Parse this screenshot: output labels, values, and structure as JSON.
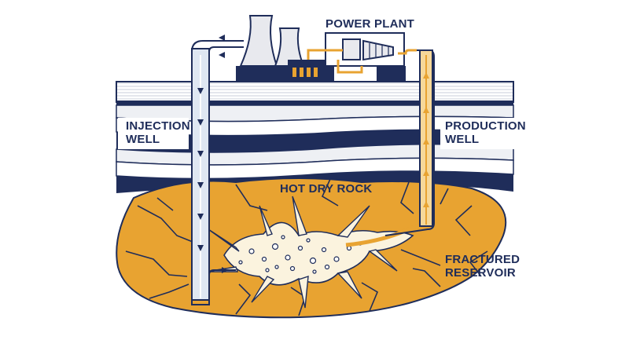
{
  "labels": {
    "power_plant": "POWER PLANT",
    "injection_line1": "INJECTION",
    "injection_line2": "WELL",
    "production_line1": "PRODUCTION",
    "production_line2": "WELL",
    "hot_dry_rock": "HOT DRY ROCK",
    "fractured_line1": "FRACTURED",
    "fractured_line2": "RESERVOIR"
  },
  "colors": {
    "navy": "#1f2d5a",
    "rock": "#e8a331",
    "rock_dark": "#c9831d",
    "stripe": "#e8e9ee",
    "cool_pipe": "#dfe7f2",
    "hot_pipe": "#f6d89a"
  }
}
